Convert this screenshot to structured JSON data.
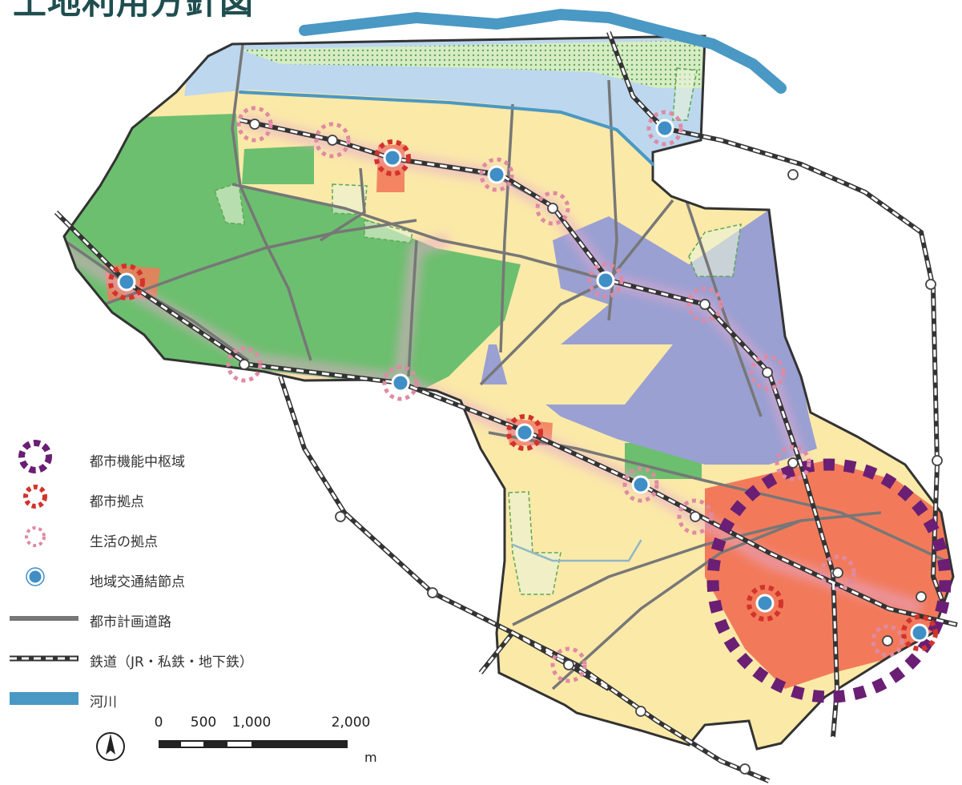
{
  "title": "土地利用方針図",
  "colors": {
    "river": "#4a98c4",
    "water_area": "#bcd7ee",
    "green_zone": "#6cbf6e",
    "residential": "#fbe9a8",
    "industrial": "#9aa0d2",
    "commercial": "#f27a5b",
    "road_buffer": "#e6a9cf",
    "road": "#777777",
    "center_ring": "#6a1f74",
    "hub_ring": "#d2332b",
    "life_ring": "#df8aa3",
    "node": "#3f8fc6",
    "rail": "#555555"
  },
  "legend": {
    "items": [
      {
        "id": "center",
        "label": "都市機能中枢域",
        "symbol": "purple-dashed-ring"
      },
      {
        "id": "hub",
        "label": "都市拠点",
        "symbol": "red-dashed-ring"
      },
      {
        "id": "life",
        "label": "生活の拠点",
        "symbol": "pink-dashed-ring"
      },
      {
        "id": "node",
        "label": "地域交通結節点",
        "symbol": "blue-dot"
      },
      {
        "id": "road",
        "label": "都市計画道路",
        "symbol": "gray-line"
      },
      {
        "id": "rail",
        "label": "鉄道（JR・私鉄・地下鉄）",
        "symbol": "dashed-rail"
      },
      {
        "id": "river",
        "label": "河川",
        "symbol": "blue-band"
      }
    ]
  },
  "scale": {
    "ticks": [
      "0",
      "500",
      "1,000",
      "2,000"
    ],
    "unit": "m",
    "north_icon": "north-arrow-icon"
  }
}
